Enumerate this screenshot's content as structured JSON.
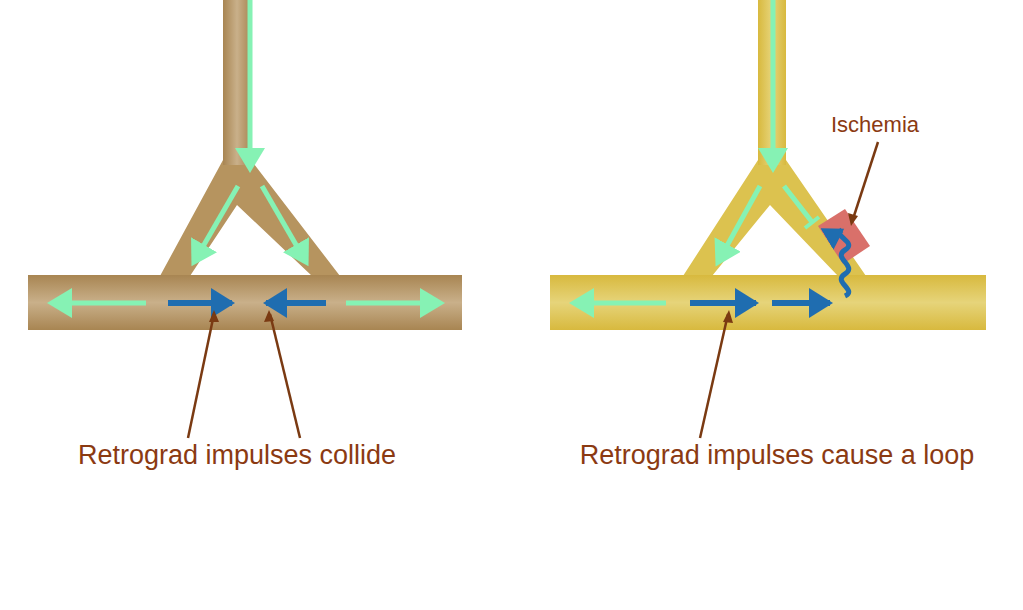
{
  "diagram": {
    "labels": [
      "Ischemia",
      "Retrograd impulses collide",
      "Retrograd impulses cause a loop"
    ]
  }
}
